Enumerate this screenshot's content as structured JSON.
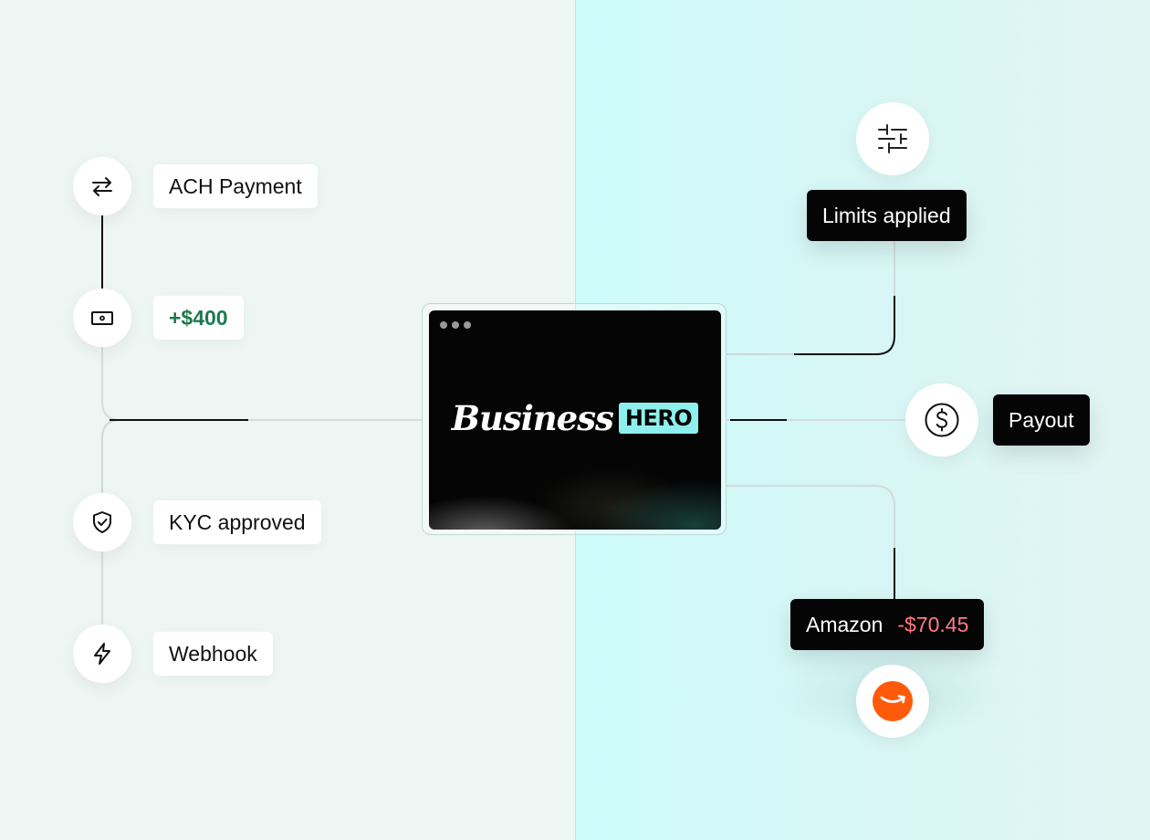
{
  "left_events": [
    {
      "label": "ACH Payment",
      "icon": "transfer-arrows-icon"
    },
    {
      "label": "+$400",
      "icon": "cash-icon",
      "color": "#1e7a4f"
    },
    {
      "label": "KYC approved",
      "icon": "shield-check-icon"
    },
    {
      "label": "Webhook",
      "icon": "lightning-icon"
    }
  ],
  "center_app": {
    "logo_script": "Business",
    "logo_badge": "HERO",
    "badge_color": "#8ef0ec"
  },
  "right_events": {
    "limits": {
      "label": "Limits applied",
      "icon": "sliders-icon"
    },
    "payout": {
      "label": "Payout",
      "icon": "dollar-circle-icon"
    },
    "amazon": {
      "merchant": "Amazon",
      "amount": "-$70.45",
      "amount_color": "#ff7a85",
      "icon": "amazon-icon",
      "brand_color": "#ff5a0a"
    }
  }
}
